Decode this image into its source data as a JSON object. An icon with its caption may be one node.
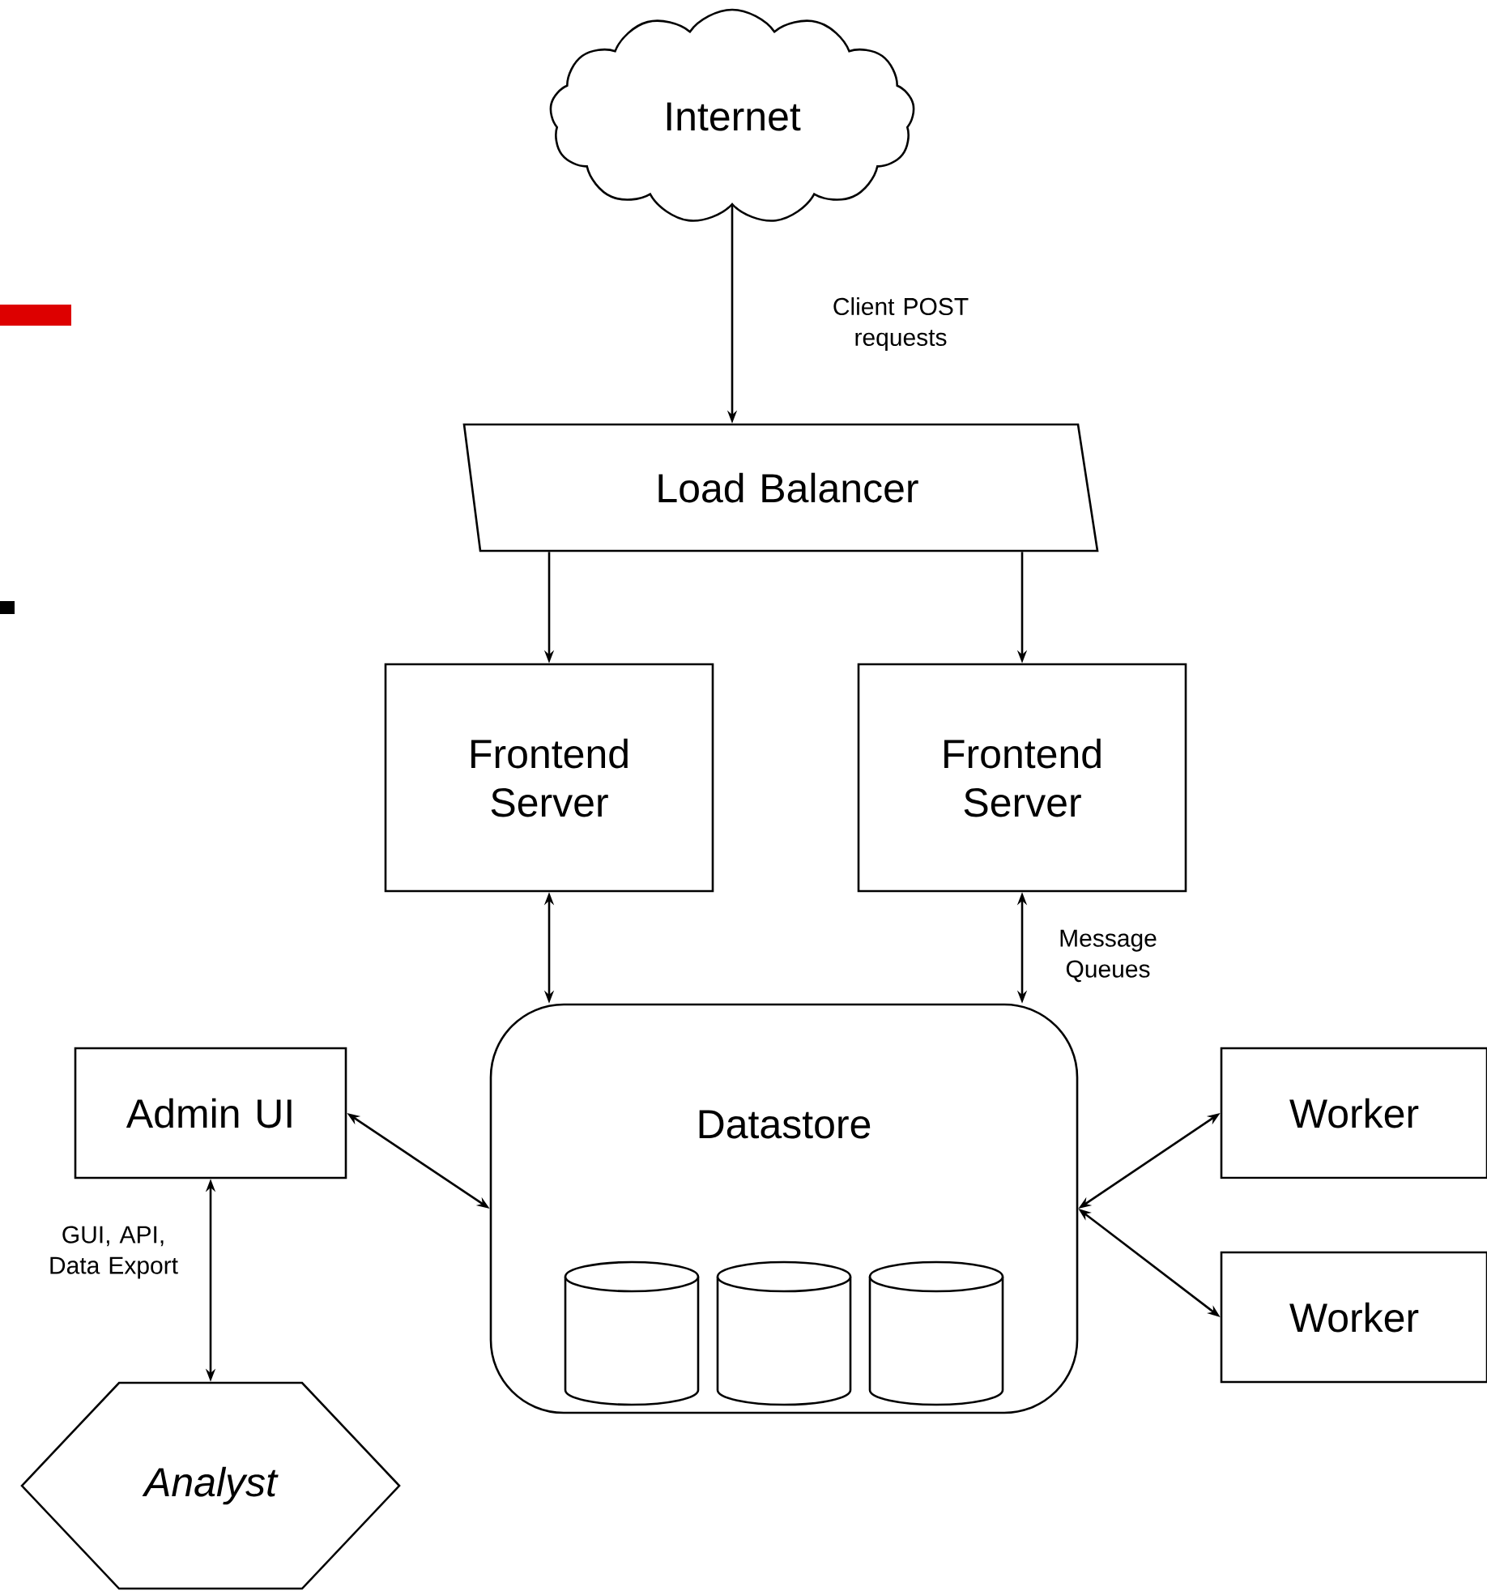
{
  "diagram": {
    "nodes": [
      {
        "text": [
          "Internet"
        ]
      },
      {
        "text": [
          "Load Balancer"
        ]
      },
      {
        "text": [
          "Frontend Server"
        ]
      },
      {
        "text": [
          "Frontend Server"
        ]
      },
      {
        "text": [
          "Datastore"
        ]
      },
      {
        "text": [],
        "shape": "cylinder",
        "in": 4
      },
      {
        "text": [],
        "shape": "cylinder",
        "in": 4
      },
      {
        "text": [],
        "shape": "cylinder",
        "in": 4
      },
      {
        "text": [
          "Admin UI"
        ]
      },
      {
        "text": [
          "Worker"
        ]
      },
      {
        "text": [
          "Worker"
        ]
      },
      {
        "text": [
          "Analyst"
        ]
      }
    ],
    "edges": [
      {
        "from": 0,
        "to": 1,
        "arrow": "to",
        "label": "Client POST requests"
      },
      {
        "from": 1,
        "to": 2,
        "arrow": "to"
      },
      {
        "from": 1,
        "to": 3,
        "arrow": "to"
      },
      {
        "from": 2,
        "to": 4,
        "arrow": "both"
      },
      {
        "from": 3,
        "to": 4,
        "arrow": "both",
        "label": "Message Queues"
      },
      {
        "from": 8,
        "to": 4,
        "arrow": "both"
      },
      {
        "from": 4,
        "to": 9,
        "arrow": "both"
      },
      {
        "from": 4,
        "to": 10,
        "arrow": "both"
      },
      {
        "from": 8,
        "to": 11,
        "arrow": "both",
        "label": "GUI, API, Data Export"
      }
    ]
  }
}
